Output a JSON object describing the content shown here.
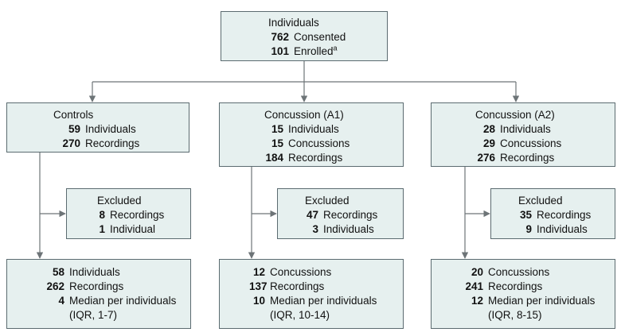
{
  "top": {
    "title": "Individuals",
    "rows": [
      {
        "n": "762",
        "label": "Consented"
      },
      {
        "n": "101",
        "label": "Enrolled",
        "sup": "a"
      }
    ]
  },
  "groups": [
    {
      "title": "Controls",
      "rows": [
        {
          "n": "59",
          "label": "Individuals"
        },
        {
          "n": "270",
          "label": "Recordings"
        }
      ],
      "excluded": {
        "title": "Excluded",
        "rows": [
          {
            "n": "8",
            "label": "Recordings"
          },
          {
            "n": "1",
            "label": "Individual"
          }
        ]
      },
      "final": {
        "rows": [
          {
            "n": "58",
            "label": "Individuals"
          },
          {
            "n": "262",
            "label": "Recordings"
          },
          {
            "n": "4",
            "label": "Median per individuals"
          }
        ],
        "note": "(IQR, 1-7)"
      }
    },
    {
      "title": "Concussion (A1)",
      "rows": [
        {
          "n": "15",
          "label": "Individuals"
        },
        {
          "n": "15",
          "label": "Concussions"
        },
        {
          "n": "184",
          "label": "Recordings"
        }
      ],
      "excluded": {
        "title": "Excluded",
        "rows": [
          {
            "n": "47",
            "label": "Recordings"
          },
          {
            "n": "3",
            "label": "Individuals"
          }
        ]
      },
      "final": {
        "rows": [
          {
            "n": "12",
            "label": "Concussions"
          },
          {
            "n": "137",
            "label": "Recordings"
          },
          {
            "n": "10",
            "label": "Median per individuals"
          }
        ],
        "note": "(IQR, 10-14)"
      }
    },
    {
      "title": "Concussion (A2)",
      "rows": [
        {
          "n": "28",
          "label": "Individuals"
        },
        {
          "n": "29",
          "label": "Concussions"
        },
        {
          "n": "276",
          "label": "Recordings"
        }
      ],
      "excluded": {
        "title": "Excluded",
        "rows": [
          {
            "n": "35",
            "label": "Recordings"
          },
          {
            "n": "9",
            "label": "Individuals"
          }
        ]
      },
      "final": {
        "rows": [
          {
            "n": "20",
            "label": "Concussions"
          },
          {
            "n": "241",
            "label": "Recordings"
          },
          {
            "n": "12",
            "label": "Median per individuals"
          }
        ],
        "note": "(IQR, 8-15)"
      }
    }
  ],
  "colors": {
    "box_fill": "#e6f0ef",
    "box_border": "#5b6b70",
    "line": "#6d7477"
  }
}
